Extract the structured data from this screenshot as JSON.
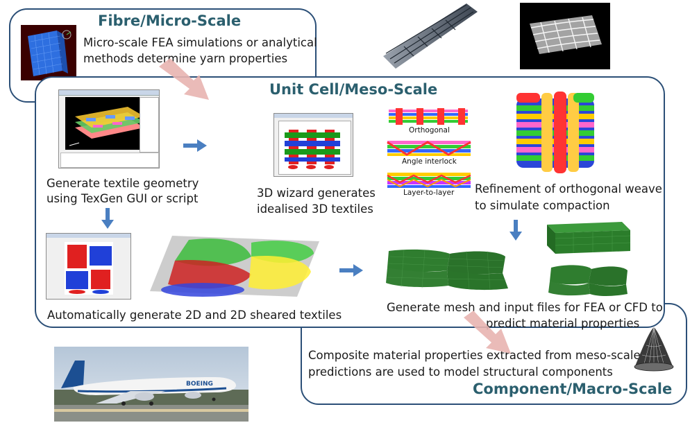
{
  "fibre": {
    "title": "Fibre/Micro-Scale",
    "desc_line1": "Micro-scale FEA simulations or analytical",
    "desc_line2": "methods determine yarn properties"
  },
  "meso": {
    "title": "Unit Cell/Meso-Scale",
    "gen_line1": "Generate textile geometry",
    "gen_line2": "using TexGen GUI or script",
    "wizard_line1": "3D wizard generates",
    "wizard_line2": "idealised 3D textiles",
    "weave_labels": [
      "Orthogonal",
      "Angle interlock",
      "Layer-to-layer"
    ],
    "refine_line1": "Refinement of orthogonal weave",
    "refine_line2": "to simulate compaction",
    "auto_2d": "Automatically generate 2D and 2D sheared textiles",
    "mesh_line1": "Generate mesh and input files for FEA or CFD to",
    "mesh_line2": "predict material properties"
  },
  "macro": {
    "title": "Component/Macro-Scale",
    "desc_line1": "Composite material properties extracted from meso-scale",
    "desc_line2": "predictions  are used to model structural components"
  },
  "colors": {
    "frame": "#2b4f77",
    "title": "#2b5f6e",
    "flow_arrow": "#4a7fc1",
    "scale_arrow": "#e8b4b0",
    "mesh_green": "#2f7d2f"
  },
  "icons": [
    "fibre-render-image",
    "woven-fabric-image",
    "woven-fabric-xray-image",
    "texgen-gui-window",
    "3d-wizard-window",
    "weave-samples",
    "compacted-weave-image",
    "2d-wizard-window",
    "2d-sheared-textile-image",
    "mesh-image",
    "mesh-block-image",
    "cone-mesh-image",
    "airplane-photo"
  ]
}
